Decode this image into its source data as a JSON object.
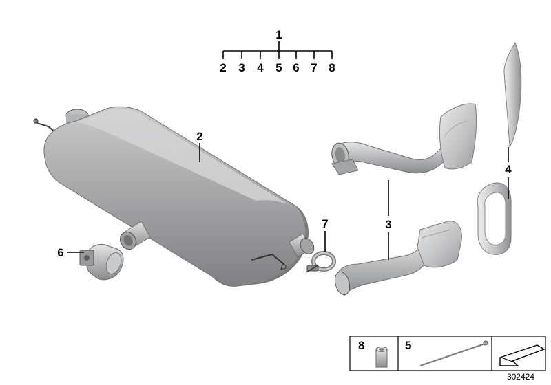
{
  "diagram": {
    "tree": {
      "root": "1",
      "children": [
        "2",
        "3",
        "4",
        "5",
        "6",
        "7",
        "8"
      ]
    },
    "callouts": {
      "rear_silencer": "2",
      "tailpipe": "3",
      "trim": "4",
      "clamp_small": "6",
      "clamp_large": "7"
    },
    "legend": {
      "item_a": "8",
      "item_b": "5"
    },
    "drawing_number": "302424",
    "colors": {
      "part_light": "#d6d7d8",
      "part_mid": "#a9aaab",
      "part_dark": "#7d7e80",
      "line": "#000000"
    }
  }
}
